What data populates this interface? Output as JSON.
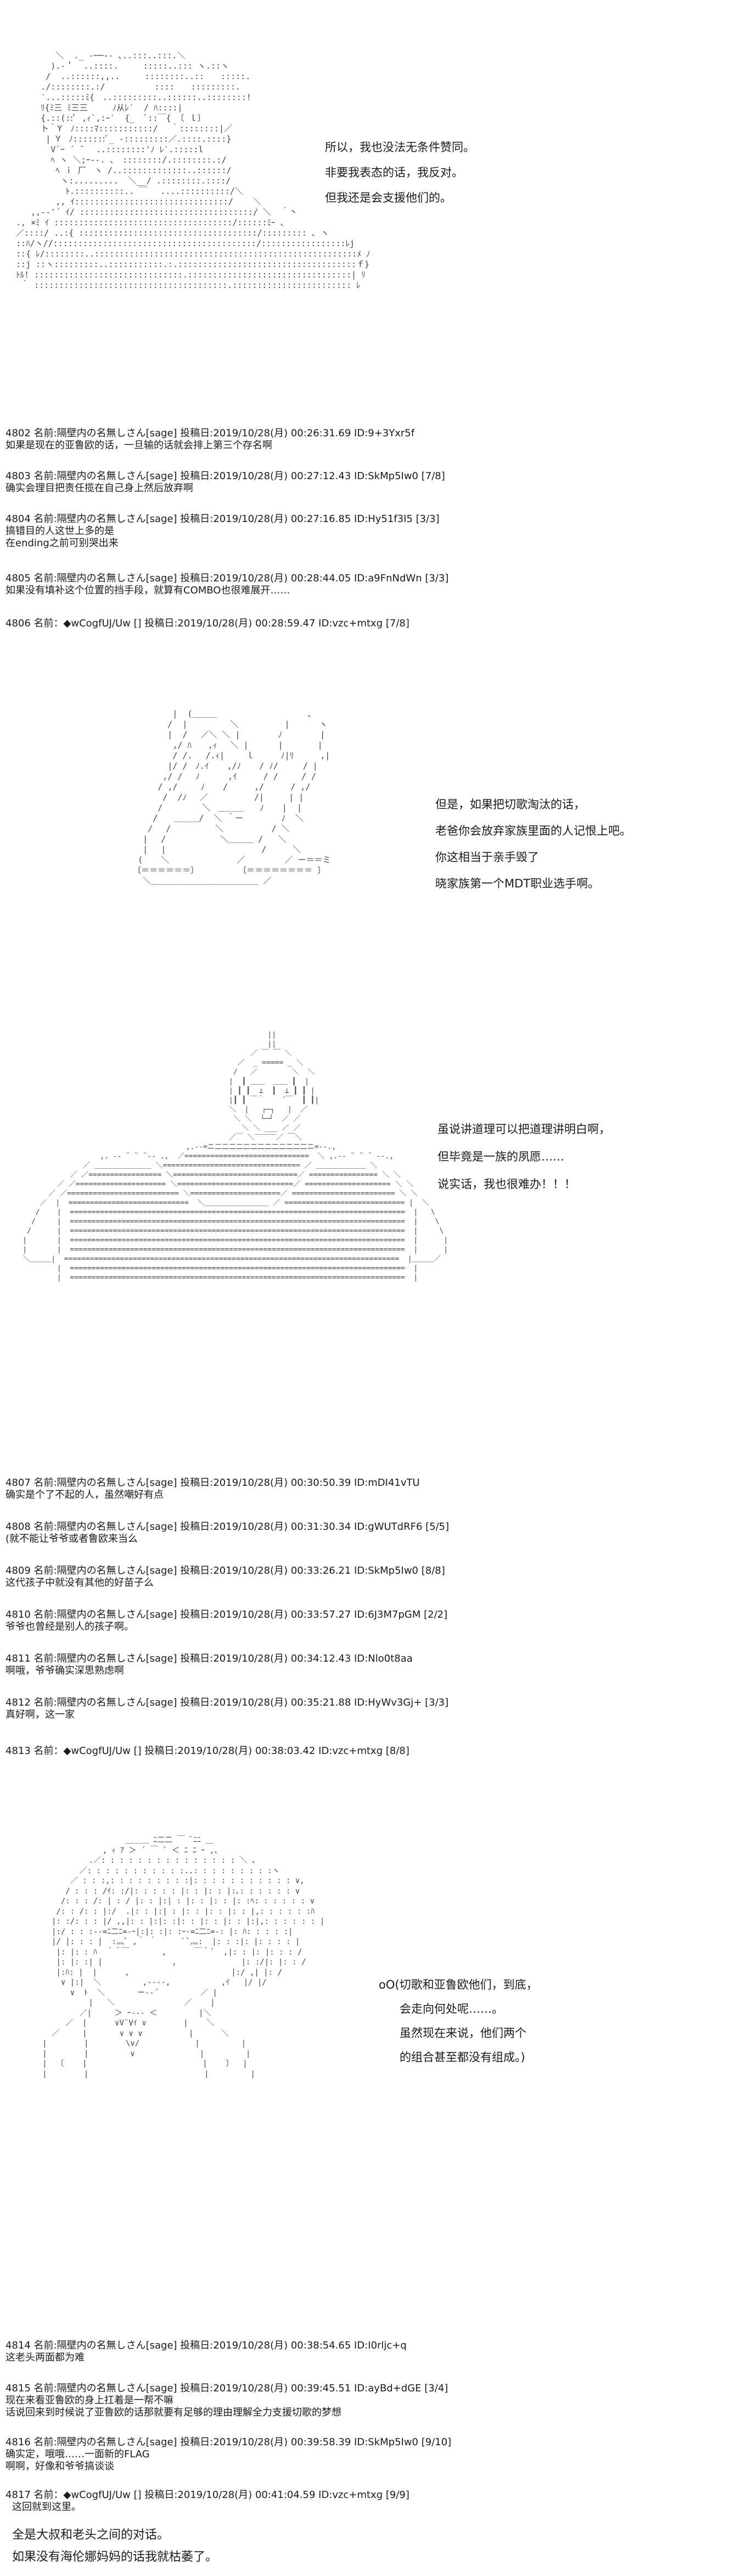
{
  "scene1": {
    "dialogue": [
      "所以，我也没法无条件赞同。",
      "非要我表态的话，我反对。",
      "但我还是会支援他们的。"
    ]
  },
  "posts1": [
    {
      "header": "4802 名前:隔壁内の名無しさん[sage] 投稿日:2019/10/28(月) 00:26:31.69 ID:9+3Yxr5f",
      "lines": [
        "如果是现在的亚鲁欧的话，一旦输的话就会排上第三个存名啊"
      ]
    },
    {
      "header": "4803 名前:隔壁内の名無しさん[sage] 投稿日:2019/10/28(月) 00:27:12.43 ID:SkMp5Iw0 [7/8]",
      "lines": [
        "确实会理目把责任揽在自己身上然后放弃啊"
      ]
    },
    {
      "header": "4804 名前:隔壁内の名無しさん[sage] 投稿日:2019/10/28(月) 00:27:16.85 ID:Hy51f3I5 [3/3]",
      "lines": [
        "搞错目的人这世上多的是",
        "在ending之前可别哭出来"
      ]
    },
    {
      "header": "4805 名前:隔壁内の名無しさん[sage] 投稿日:2019/10/28(月) 00:28:44.05 ID:a9FnNdWn [3/3]",
      "lines": [
        "如果没有填补这个位置的挡手段，就算有COMBO也很难展开……"
      ]
    },
    {
      "header": "4806 名前：◆wCogfUJ/Uw [] 投稿日:2019/10/28(月) 00:28:59.47 ID:vzc+mtxg [7/8]",
      "lines": []
    }
  ],
  "scene2": {
    "dialogue": [
      "但是，如果把切歌淘汰的话，",
      "老爸你会放弃家族里面的人记恨上吧。",
      "你这相当于亲手毁了",
      "晓家族第一个MDT职业选手啊。"
    ]
  },
  "scene3": {
    "dialogue": [
      "虽说讲道理可以把道理讲明白啊，",
      "但毕竟是一族的夙愿……",
      "说实话，我也很难办！！！"
    ]
  },
  "posts2": [
    {
      "header": "4807 名前:隔壁内の名無しさん[sage] 投稿日:2019/10/28(月) 00:30:50.39 ID:mDI41vTU",
      "lines": [
        "确实是个了不起的人，虽然嘲好有点"
      ]
    },
    {
      "header": "4808 名前:隔壁内の名無しさん[sage] 投稿日:2019/10/28(月) 00:31:30.34 ID:gWUTdRF6 [5/5]",
      "lines": [
        "(就不能让爷爷或者鲁欧来当么"
      ]
    },
    {
      "header": "4809 名前:隔壁内の名無しさん[sage] 投稿日:2019/10/28(月) 00:33:26.21 ID:SkMp5Iw0 [8/8]",
      "lines": [
        "这代孩子中就没有其他的好苗子么"
      ]
    },
    {
      "header": "4810 名前:隔壁内の名無しさん[sage] 投稿日:2019/10/28(月) 00:33:57.27 ID:6J3M7pGM [2/2]",
      "lines": [
        "爷爷也曾经是别人的孩子啊。"
      ]
    },
    {
      "header": "4811 名前:隔壁内の名無しさん[sage] 投稿日:2019/10/28(月) 00:34:12.43 ID:Nlo0t8aa",
      "lines": [
        "啊哦，爷爷确实深思熟虑啊"
      ]
    },
    {
      "header": "4812 名前:隔壁内の名無しさん[sage] 投稿日:2019/10/28(月) 00:35:21.88 ID:HyWv3Gj+ [3/3]",
      "lines": [
        "真好啊，这一家"
      ]
    },
    {
      "header": "4813 名前：◆wCogfUJ/Uw [] 投稿日:2019/10/28(月) 00:38:03.42 ID:vzc+mtxg [8/8]",
      "lines": []
    }
  ],
  "scene4": {
    "dialogue": [
      "oO(切歌和亚鲁欧他们，到底，",
      "会走向何处呢……。",
      "虽然现在来说，他们两个",
      "的组合甚至都没有组成。)"
    ]
  },
  "posts3": [
    {
      "header": "4814 名前:隔壁内の名無しさん[sage] 投稿日:2019/10/28(月) 00:38:54.65 ID:I0rljc+q",
      "lines": [
        "这老头两面都为难"
      ]
    },
    {
      "header": "4815 名前:隔壁内の名無しさん[sage] 投稿日:2019/10/28(月) 00:39:45.51 ID:ayBd+dGE [3/4]",
      "lines": [
        "现在来看亚鲁欧的身上扛着是一帮不嘛",
        "话说回来到时候说了亚鲁欧的话那就要有足够的理由理解全力支援切歌的梦想"
      ]
    },
    {
      "header": "4816 名前:隔壁内の名無しさん[sage] 投稿日:2019/10/28(月) 00:39:58.39 ID:SkMp5Iw0 [9/10]",
      "lines": [
        "确实定，哦哦……一面新的FLAG",
        "啊啊，好像和爷爷搞谈谈"
      ]
    },
    {
      "header": "4817 名前：◆wCogfUJ/Uw [] 投稿日:2019/10/28(月) 00:41:04.59 ID:vzc+mtxg [9/9]",
      "lines": [
        "这回就到这里。"
      ]
    }
  ],
  "ending": {
    "lines": [
      "全是大叔和老头之间的对话。",
      "如果没有海伦娜妈妈的话我就枯萎了。"
    ]
  }
}
